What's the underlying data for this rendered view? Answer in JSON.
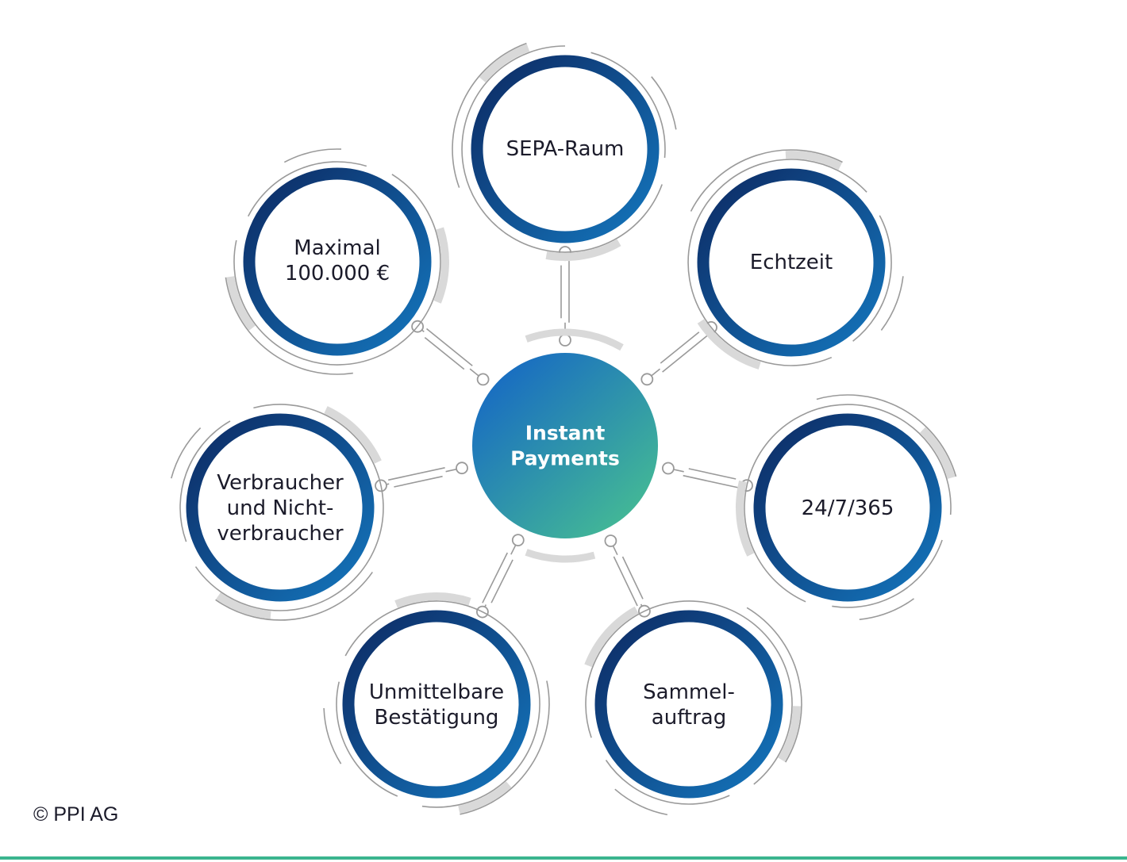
{
  "diagram": {
    "center": {
      "lines": [
        "Instant",
        "Payments"
      ]
    },
    "nodes": [
      {
        "id": "sepa-raum",
        "lines": [
          "SEPA-Raum"
        ]
      },
      {
        "id": "echtzeit",
        "lines": [
          "Echtzeit"
        ]
      },
      {
        "id": "24-7-365",
        "lines": [
          "24/7/365"
        ]
      },
      {
        "id": "sammelauftrag",
        "lines": [
          "Sammel-",
          "auftrag"
        ]
      },
      {
        "id": "unmittelbare-bestaetigung",
        "lines": [
          "Unmittelbare",
          "Bestätigung"
        ]
      },
      {
        "id": "verbraucher",
        "lines": [
          "Verbraucher",
          "und Nicht-",
          "verbraucher"
        ]
      },
      {
        "id": "maximal",
        "lines": [
          "Maximal",
          "100.000 €"
        ]
      }
    ]
  },
  "footer": {
    "copyright": "© PPI AG"
  },
  "colors": {
    "ring_dark": "#0d2a63",
    "ring_light": "#1476bd",
    "center_start": "#1a6fc0",
    "center_end": "#43b896",
    "line_gray": "#9a9a9a",
    "arc_light": "#d9d9d9",
    "bottom_bar": "#3bb58e"
  }
}
